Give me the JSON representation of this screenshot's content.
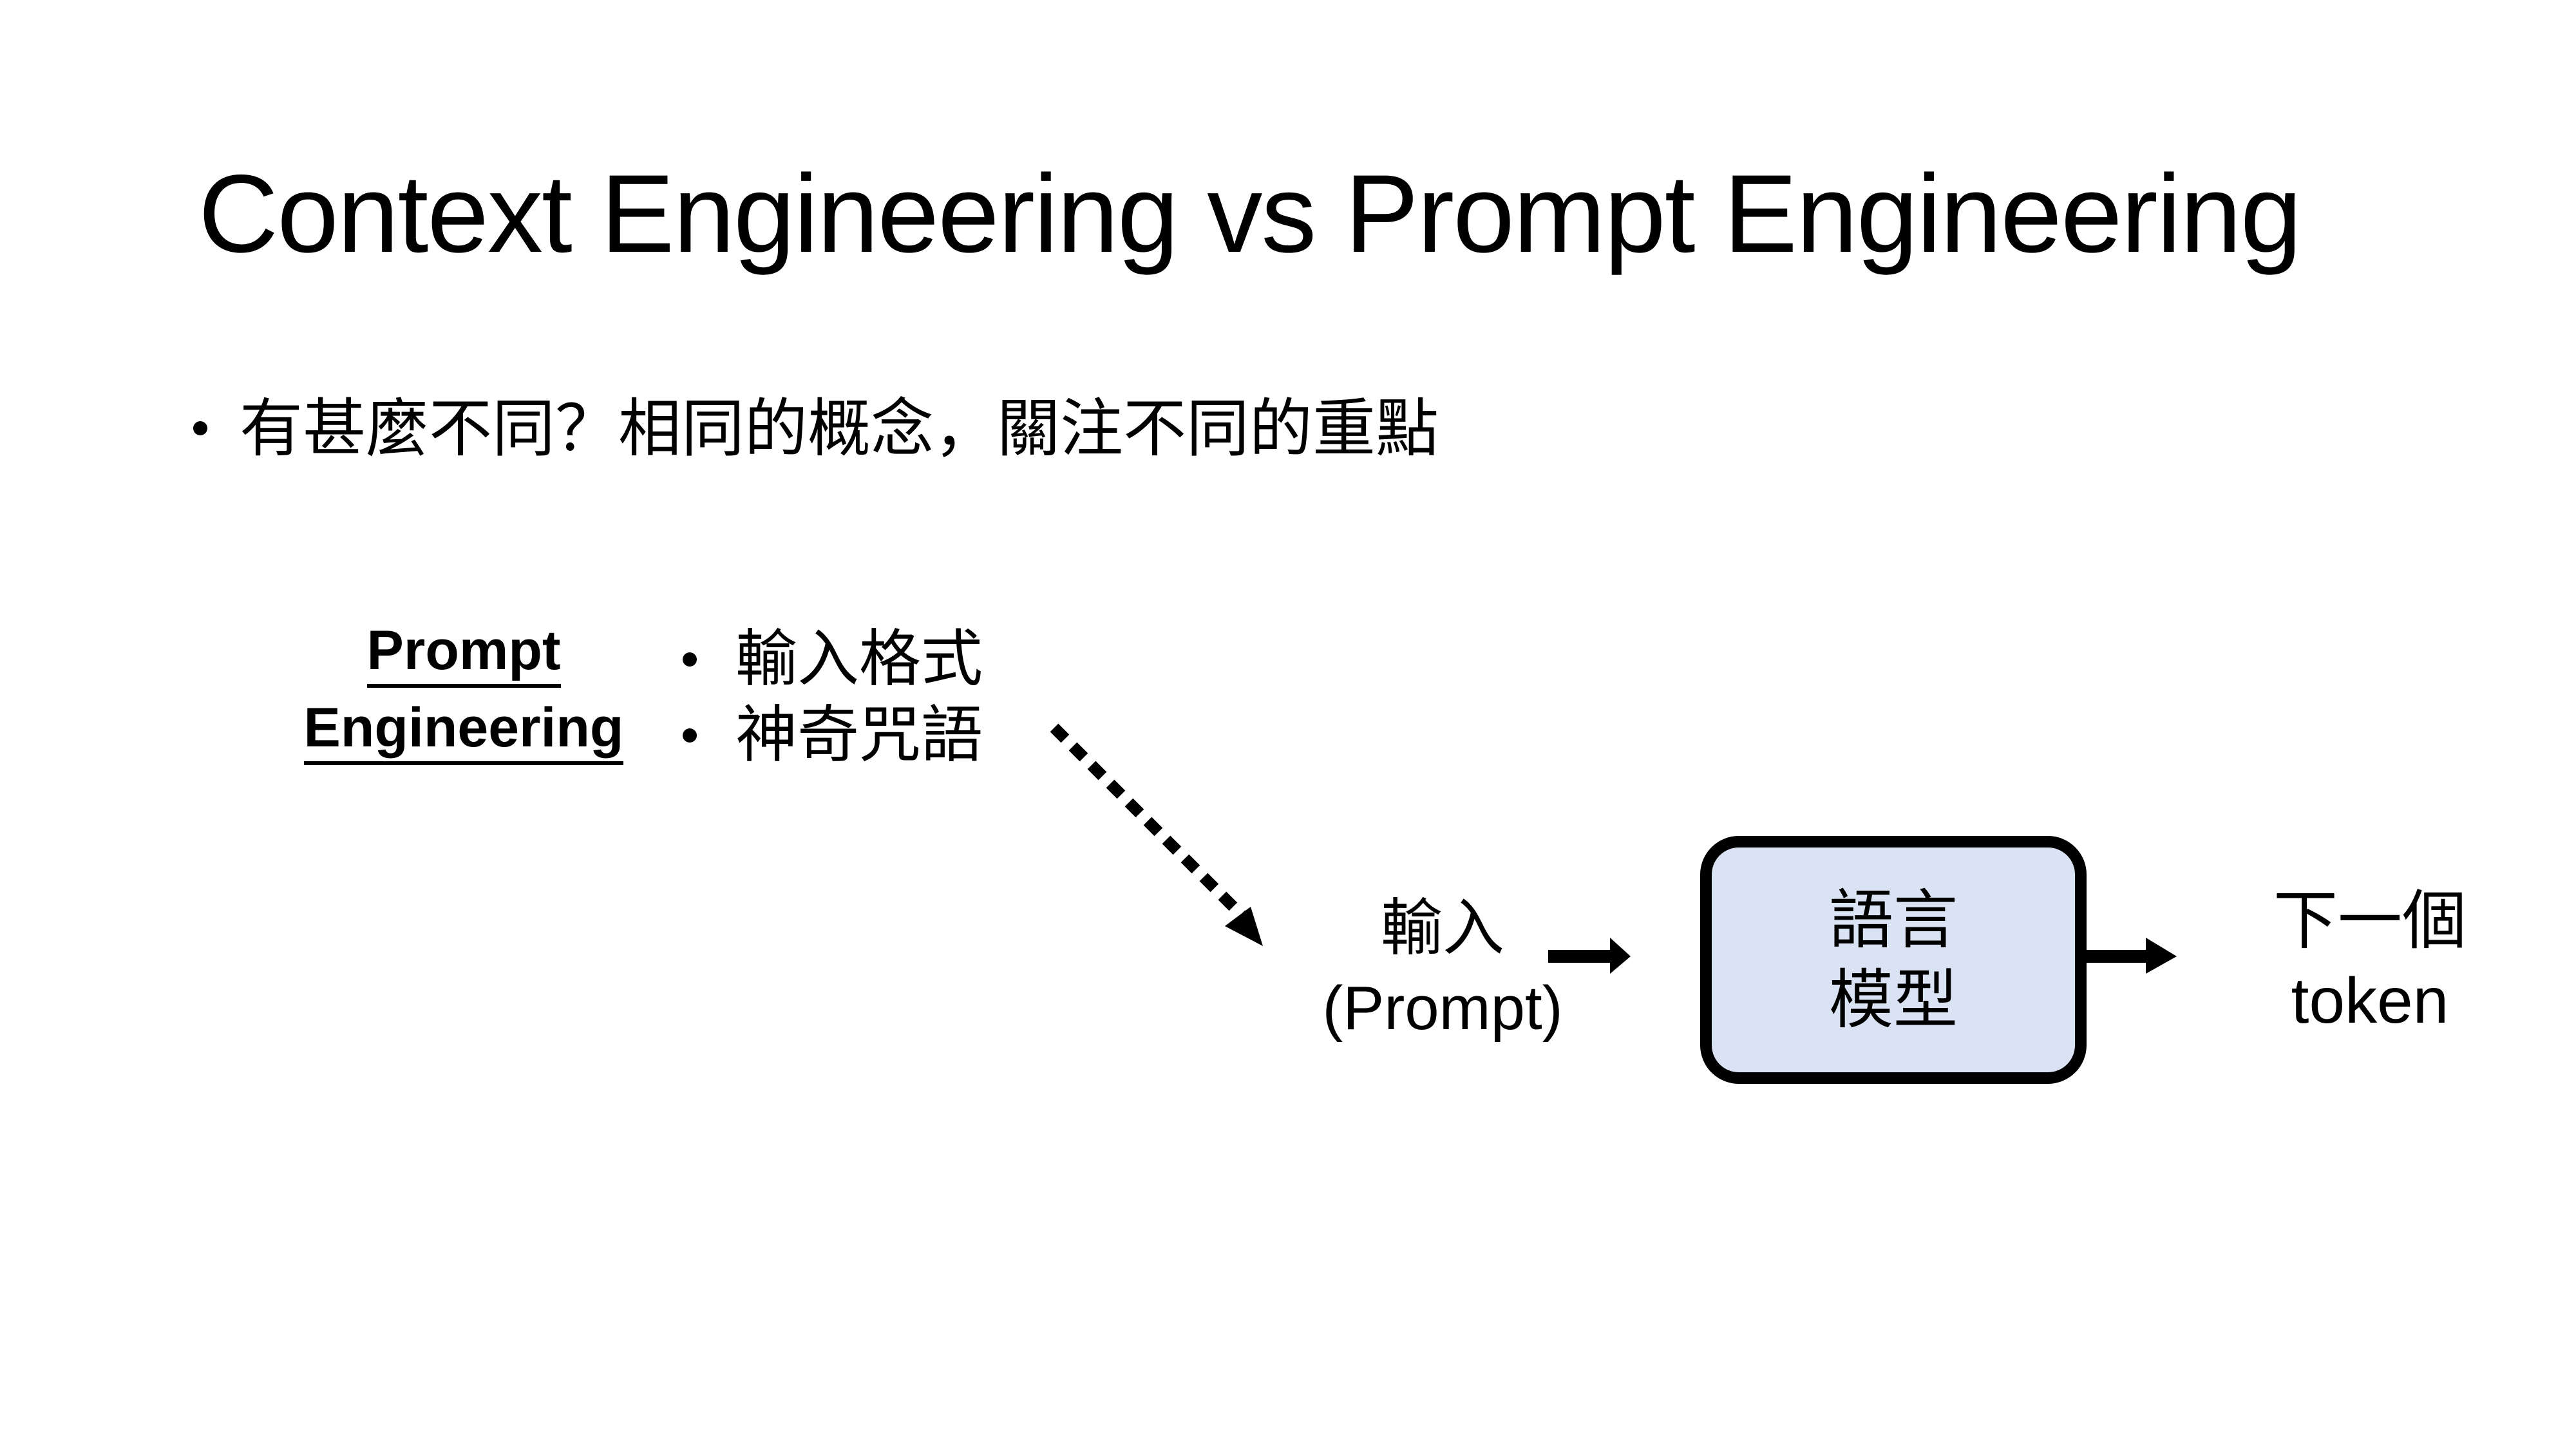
{
  "slide": {
    "title": "Context Engineering vs Prompt Engineering",
    "bullet": "有甚麼不同？相同的概念，關注不同的重點"
  },
  "prompt_engineering": {
    "label_line1": "Prompt",
    "label_line2": "Engineering",
    "items": [
      "輸入格式",
      "神奇咒語"
    ]
  },
  "diagram": {
    "input_line1": "輸入",
    "input_line2": "(Prompt)",
    "model_line1": "語言",
    "model_line2": "模型",
    "output_line1": "下一個",
    "output_line2": "token",
    "model_fill": "#DAE3F3",
    "stroke_color": "#000000"
  }
}
